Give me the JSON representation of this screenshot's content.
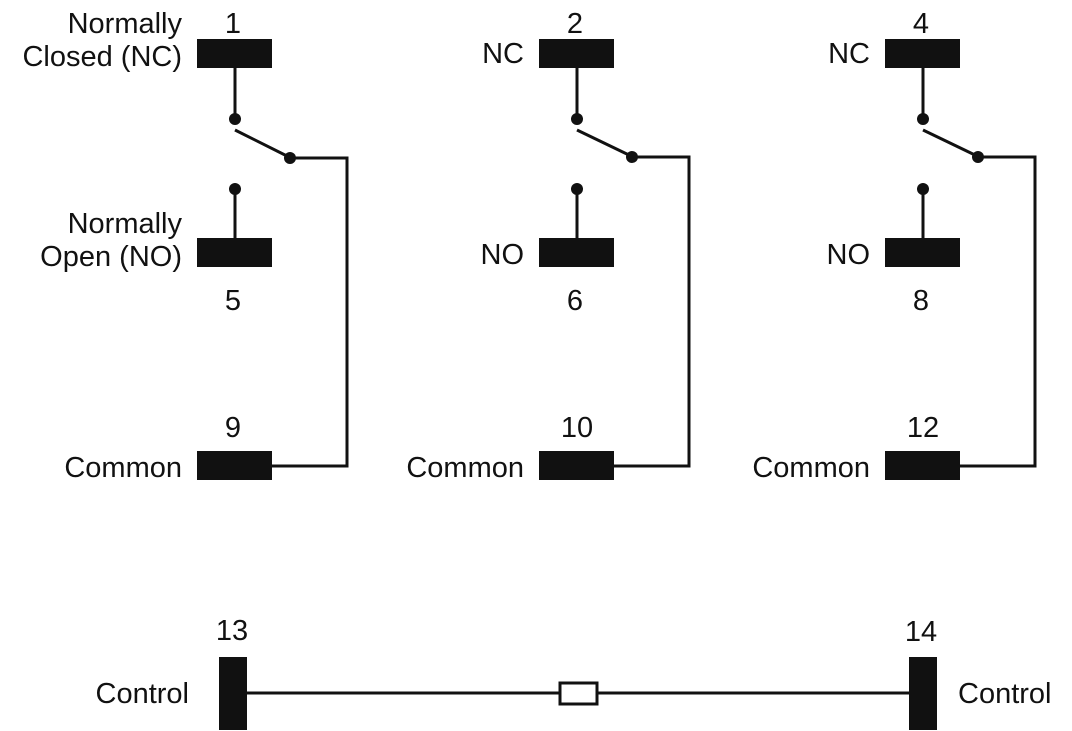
{
  "colors": {
    "ink": "#111111",
    "background": "#ffffff"
  },
  "contacts": [
    {
      "nc_number": "1",
      "nc_label_line1": "Normally",
      "nc_label_line2": "Closed (NC)",
      "no_number": "5",
      "no_label_line1": "Normally",
      "no_label_line2": "Open (NO)",
      "common_number": "9",
      "common_label": "Common"
    },
    {
      "nc_number": "2",
      "nc_label": "NC",
      "no_number": "6",
      "no_label": "NO",
      "common_number": "10",
      "common_label": "Common"
    },
    {
      "nc_number": "4",
      "nc_label": "NC",
      "no_number": "8",
      "no_label": "NO",
      "common_number": "12",
      "common_label": "Common"
    }
  ],
  "coil": {
    "left_number": "13",
    "left_label": "Control",
    "right_number": "14",
    "right_label": "Control"
  }
}
